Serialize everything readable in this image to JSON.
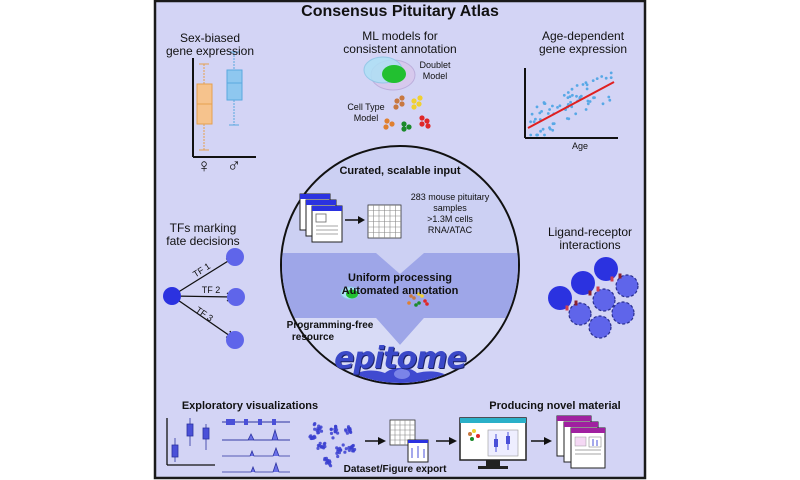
{
  "title": "Consensus Pituitary Atlas",
  "panels": {
    "sex": {
      "line1": "Sex-biased",
      "line2": "gene expression",
      "female_symbol": "♀",
      "male_symbol": "♂"
    },
    "ml": {
      "line1": "ML models for",
      "line2": "consistent annotation",
      "doublet_line1": "Doublet",
      "doublet_line2": "Model",
      "celltype_line1": "Cell Type",
      "celltype_line2": "Model"
    },
    "age": {
      "line1": "Age-dependent",
      "line2": "gene expression",
      "xlabel": "Age"
    },
    "tf": {
      "line1": "TFs marking",
      "line2": "fate decisions",
      "tf1": "TF 1",
      "tf2": "TF 2",
      "tf3": "TF 3"
    },
    "ligand": {
      "line1": "Ligand-receptor",
      "line2": "interactions"
    },
    "center": {
      "curated": "Curated, scalable input",
      "samples_line1": "283 mouse pituitary",
      "samples_line2": "samples",
      "samples_line3": ">1.3M cells",
      "samples_line4": "RNA/ATAC",
      "uniform": "Uniform processing",
      "automated": "Automated annotation",
      "prog_line1": "Programming-free",
      "prog_line2": "resource",
      "logo": "epitome"
    },
    "bottom": {
      "exploratory": "Exploratory visualizations",
      "export": "Dataset/Figure export",
      "novel": "Producing novel material"
    }
  },
  "colors": {
    "background": "#d3d4f5",
    "border": "#1a1a1a",
    "circle_top": "#ccd0f3",
    "circle_band": "#9ea6e8",
    "node_blue": "#2b32e0",
    "node_light": "#5f65ea",
    "female_box": "#f6c38d",
    "male_box": "#8ec7ef",
    "trend_line": "#e02020",
    "scatter": "#58a8e6",
    "logo": "#3a48c8"
  }
}
